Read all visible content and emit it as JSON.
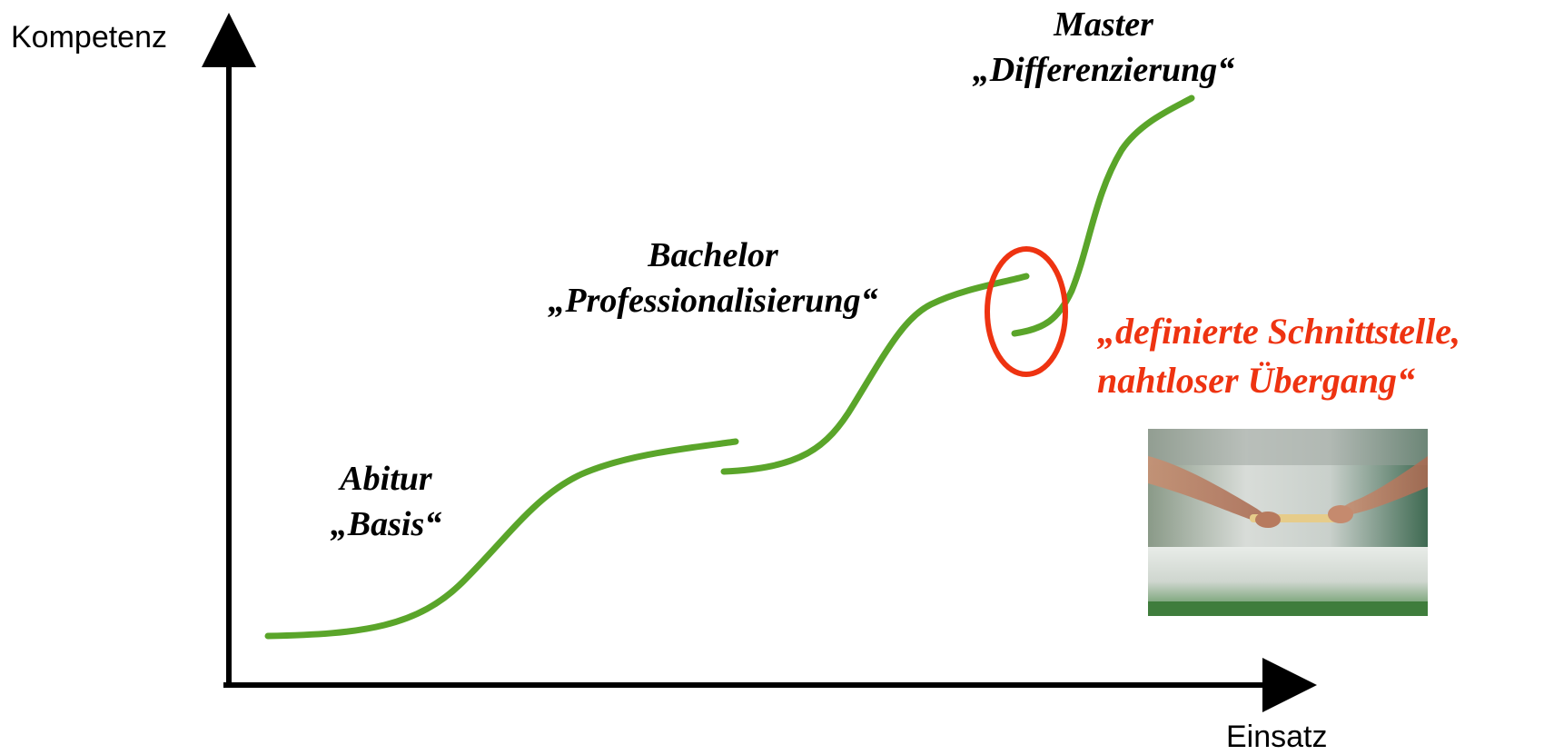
{
  "axes": {
    "y_label": "Kompetenz",
    "x_label": "Einsatz"
  },
  "stages": [
    {
      "title": "Abitur",
      "subtitle": "„Basis“"
    },
    {
      "title": "Bachelor",
      "subtitle": "„Professionalisierung“"
    },
    {
      "title": "Master",
      "subtitle": "„Differenzierung“"
    }
  ],
  "callout": {
    "line1": "„definierte Schnittstelle,",
    "line2": "nahtloser Übergang“"
  },
  "colors": {
    "curve": "#5aa52a",
    "axis": "#000000",
    "highlight": "#ee3311",
    "callout_text": "#ee3311"
  },
  "photo": {
    "subject": "baton-handover-photo"
  }
}
